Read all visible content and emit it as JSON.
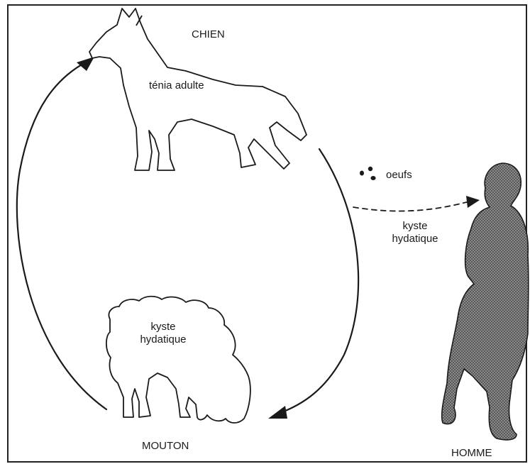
{
  "diagram": {
    "dog": {
      "name": "CHIEN",
      "stage": "ténia adulte"
    },
    "eggs": {
      "label": "oeufs"
    },
    "sheep": {
      "name": "MOUTON",
      "stage": [
        "kyste",
        "hydatique"
      ]
    },
    "human": {
      "name": "HOMME",
      "stage": [
        "kyste",
        "hydatique"
      ]
    }
  }
}
